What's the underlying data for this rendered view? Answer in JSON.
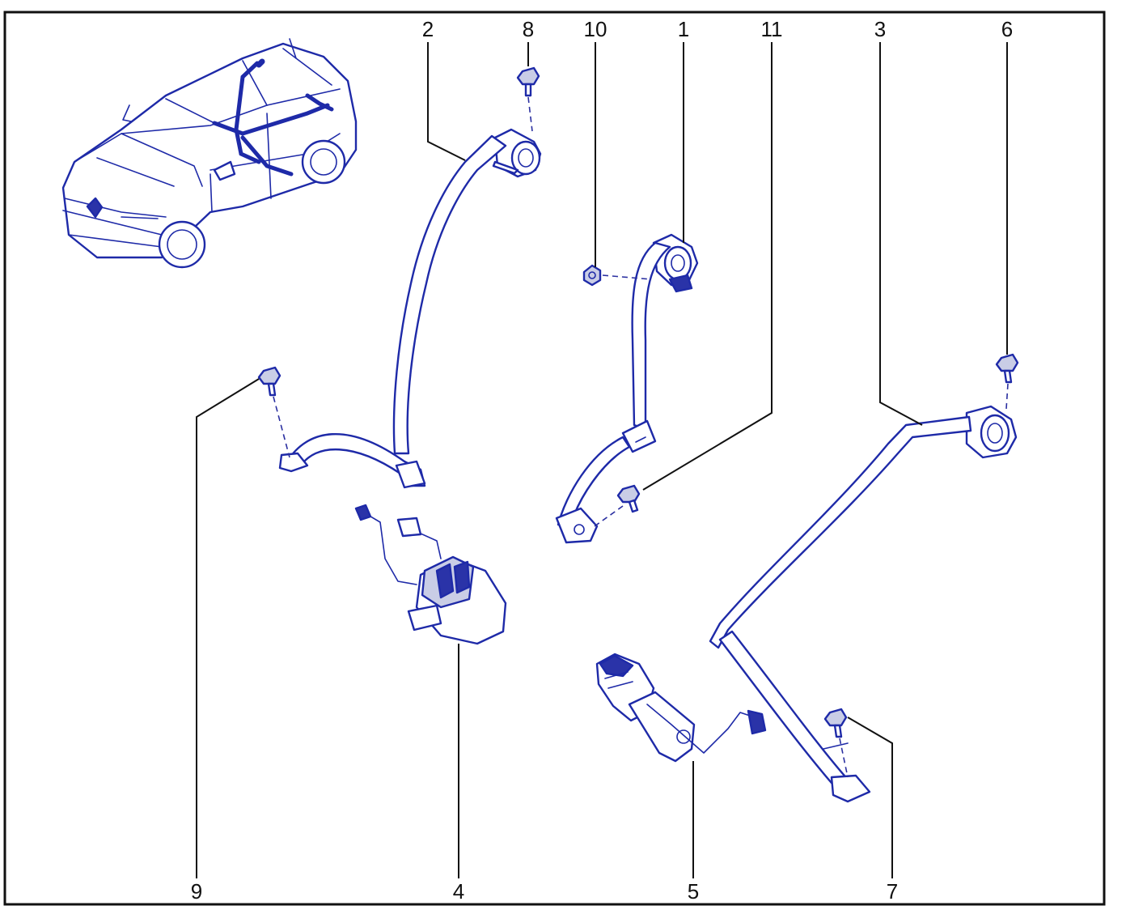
{
  "diagram": {
    "colors": {
      "ink": "#1e2aa8",
      "frame": "#111111",
      "leader": "#111111"
    },
    "labels": [
      "2",
      "8",
      "10",
      "1",
      "11",
      "3",
      "6",
      "9",
      "4",
      "5",
      "7"
    ]
  }
}
